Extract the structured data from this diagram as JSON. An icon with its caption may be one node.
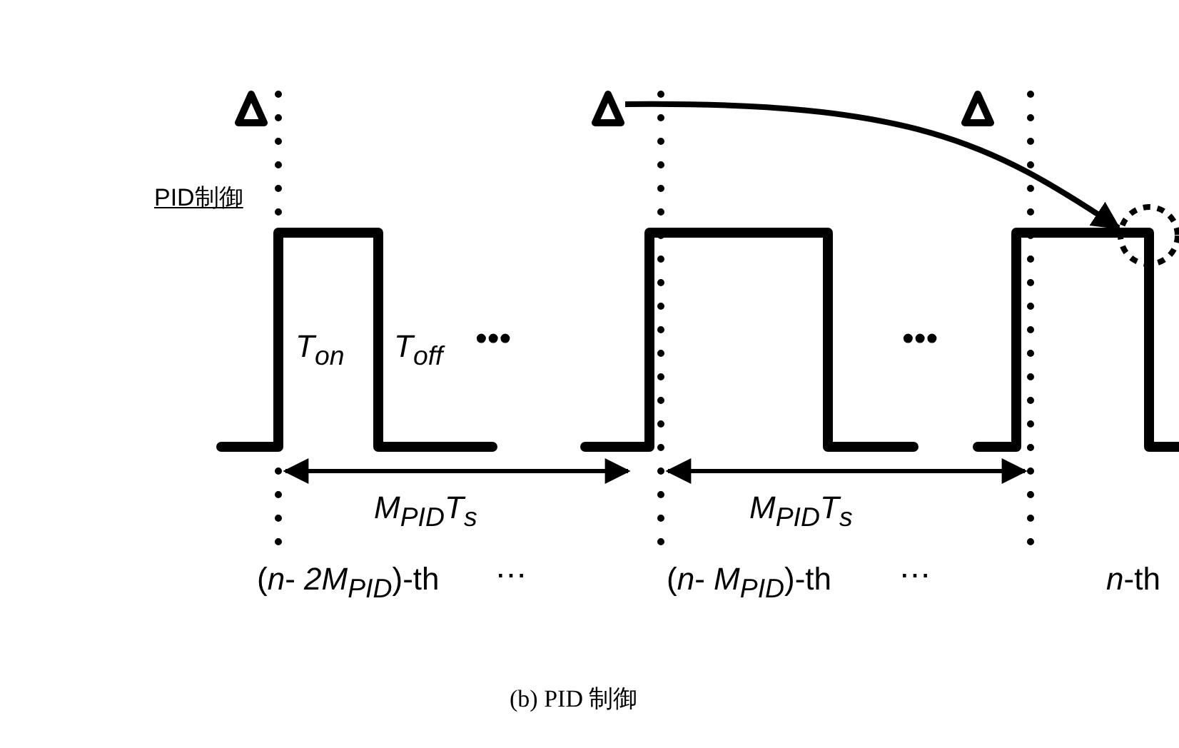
{
  "diagram": {
    "caption": "(b) PID 制御",
    "nodes": [
      {
        "text": [],
        "shape": "triangle"
      },
      {
        "text": [],
        "shape": "triangle"
      },
      {
        "text": [],
        "shape": "triangle"
      },
      {
        "text": [],
        "shape": "circle"
      }
    ],
    "edges": [
      {
        "from": 1,
        "to": 3,
        "arrow": "to"
      }
    ],
    "labels": [
      "PID制御",
      "T$_{on}$",
      "T$_{off}$",
      "•••",
      "•••",
      "M$_{PID}$T$_{s}$",
      "M$_{PID}$T$_{s}$",
      "(*n*- *2M*$_{PID}$)-th",
      "⋯",
      "(*n*- *M*$_{PID}$)-th",
      "⋯",
      "*n*-th"
    ]
  }
}
